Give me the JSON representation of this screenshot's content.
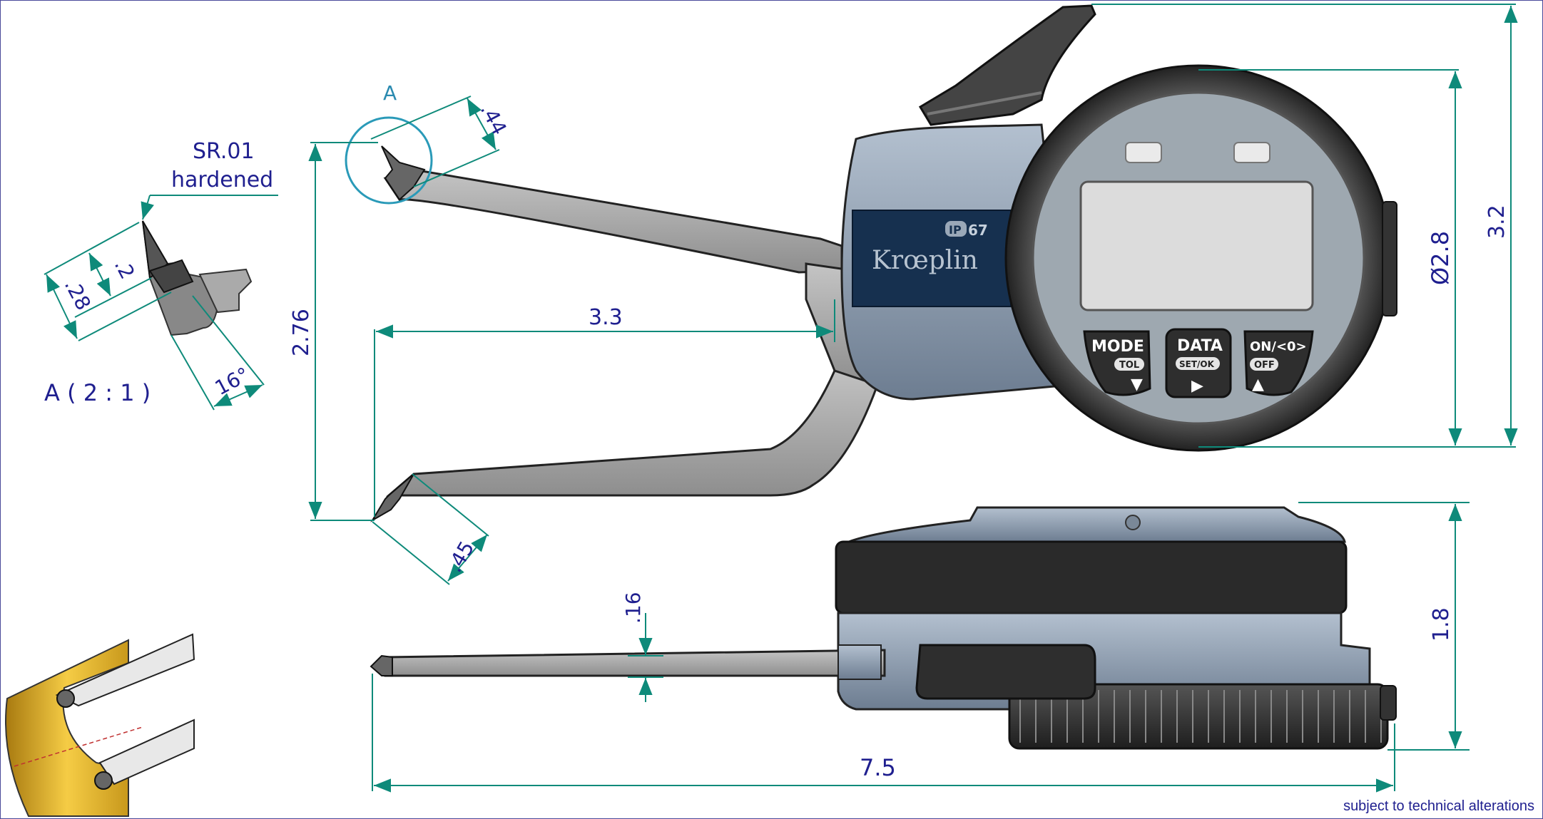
{
  "detail_view": {
    "label": "A",
    "scale_label": "A ( 2 : 1 )",
    "tip_radius": "SR.01",
    "tip_material": "hardened",
    "dim_tip_height": ".2",
    "dim_tip_length": ".28",
    "dim_angle": "16°"
  },
  "front_view": {
    "dim_detail_width": ".44",
    "dim_arm_depth": "2.76",
    "dim_reach": "3.3",
    "dim_lower_tip": ".45",
    "dim_dial_diameter": "Ø2.8",
    "dim_total_height": "3.2"
  },
  "side_view": {
    "dim_arm_thickness": ".16",
    "dim_height": "1.8",
    "dim_total_length": "7.5"
  },
  "gauge": {
    "brand": "Krœplin",
    "ip_rating_prefix": "IP",
    "ip_rating_value": "67",
    "buttons": [
      {
        "main": "MODE",
        "sub": "TOL",
        "arrow": "▼"
      },
      {
        "main": "DATA",
        "sub": "SET/OK",
        "arrow": "▶"
      },
      {
        "main": "ON/<0>",
        "sub": "OFF",
        "arrow": "▲"
      }
    ]
  },
  "footer_note": "subject to technical alterations",
  "colors": {
    "dimension_line": "#0e8a7a",
    "dimension_text": "#1f1f8f",
    "detail_circle": "#2a9ab8",
    "brand_panel": "#16304f",
    "body_blue": "#8ea0b5",
    "arm_gray": "#a8a8a8",
    "display": "#dcdcdc",
    "dark_ring": "#3a3a3a",
    "brass": "#e0b030"
  }
}
